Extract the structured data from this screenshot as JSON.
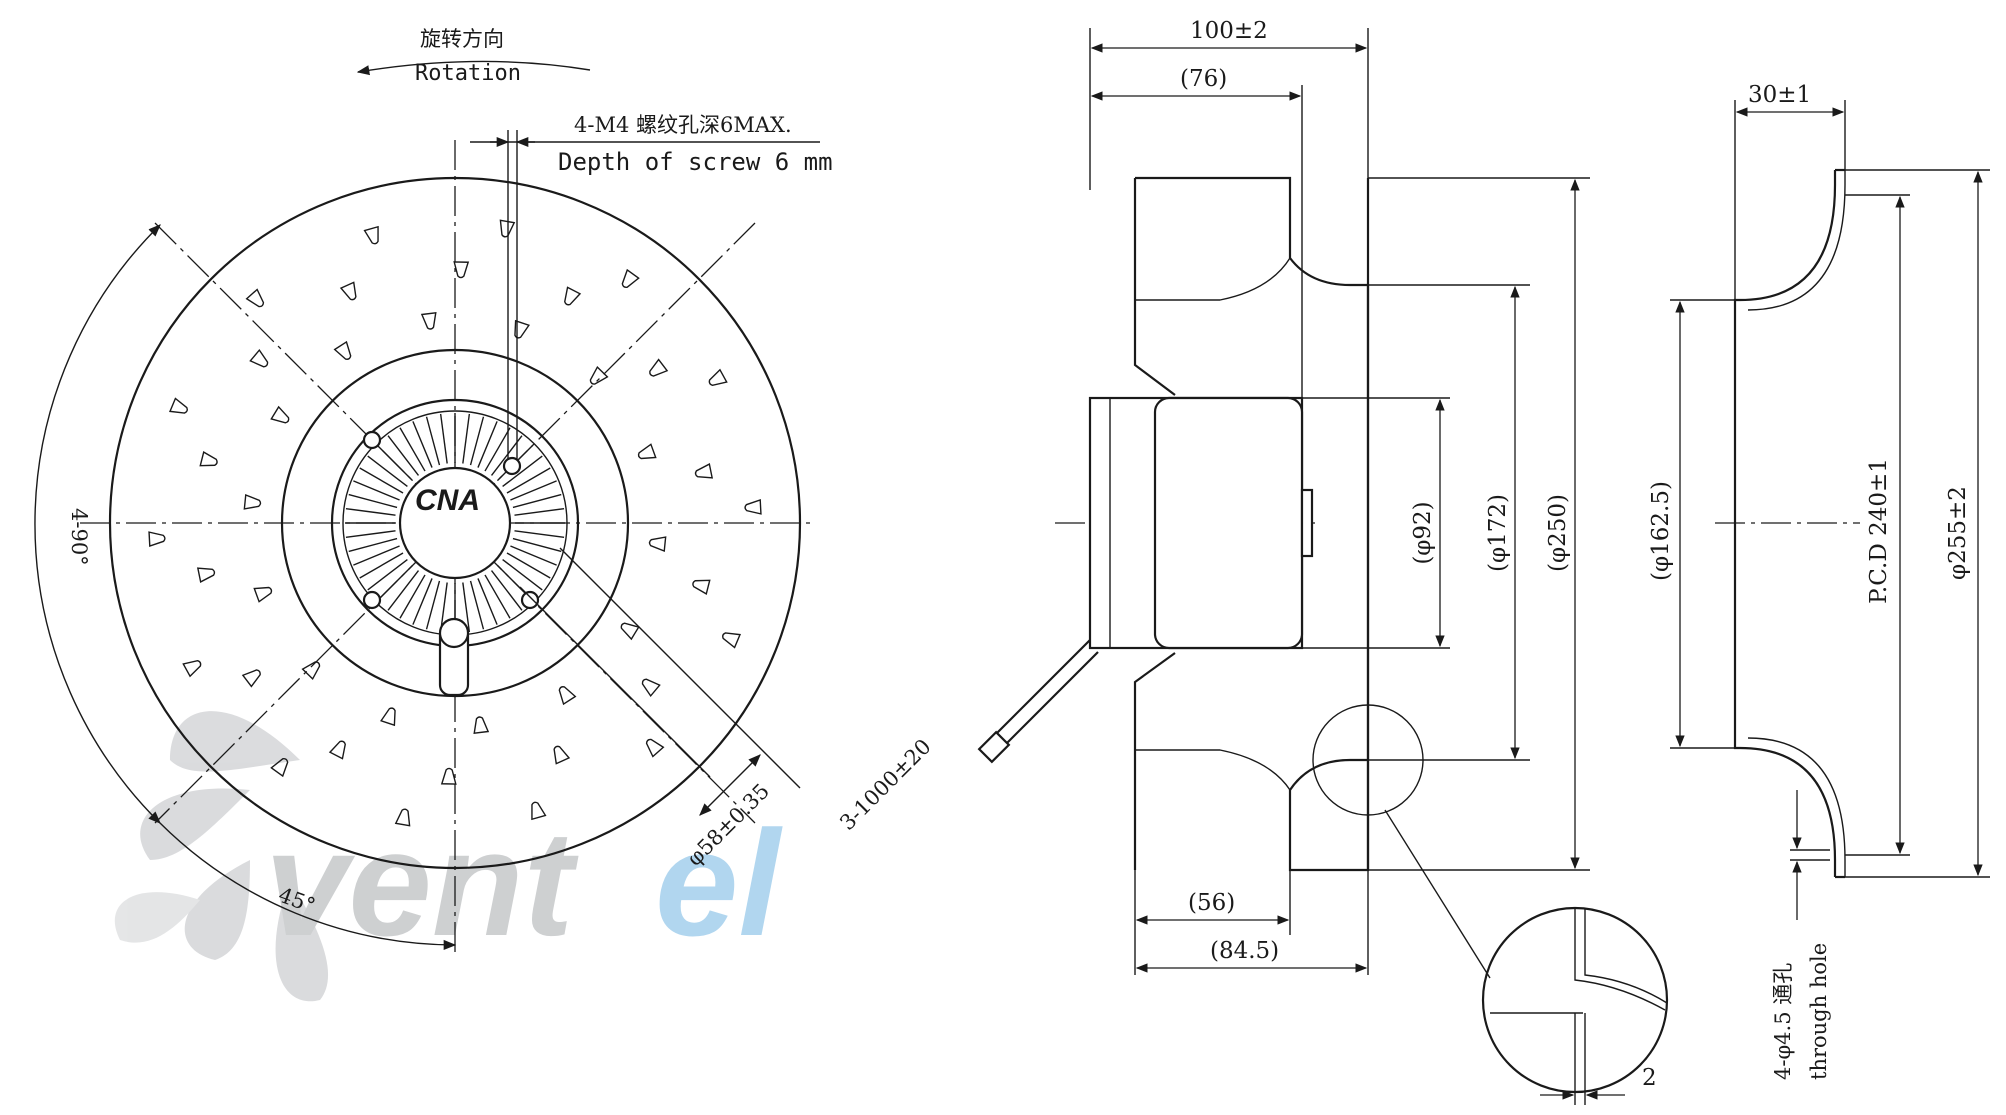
{
  "watermark": {
    "text_gray": "vent",
    "text_blue": "el",
    "colors": {
      "gray": "#c9cbcd",
      "blue": "#a9d2ee",
      "fan": "#d7d8da"
    }
  },
  "front_view": {
    "rotation_cn": "旋转方向",
    "rotation_en": "Rotation",
    "screw_note_cn": "4-M4 螺纹孔深6MAX.",
    "screw_note_en": "Depth of screw 6 mm",
    "angle_4x90": "4-90°",
    "angle_45": "45°",
    "hub_diameter": "φ58±0.35",
    "cable_length": "3-1000±20"
  },
  "side_view": {
    "total_depth": "100±2",
    "depth_76": "(76)",
    "depth_56": "(56)",
    "depth_84_5": "(84.5)",
    "dia_92": "(φ92)",
    "dia_172": "(φ172)",
    "dia_250": "(φ250)",
    "detail_gap": "2"
  },
  "inlet_ring": {
    "width": "30±1",
    "inner_dia": "(φ162.5)",
    "pcd": "P.C.D 240±1",
    "outer_dia": "φ255±2",
    "hole_note_cn": "4-φ4.5 通孔",
    "hole_note_en": "through hole"
  }
}
